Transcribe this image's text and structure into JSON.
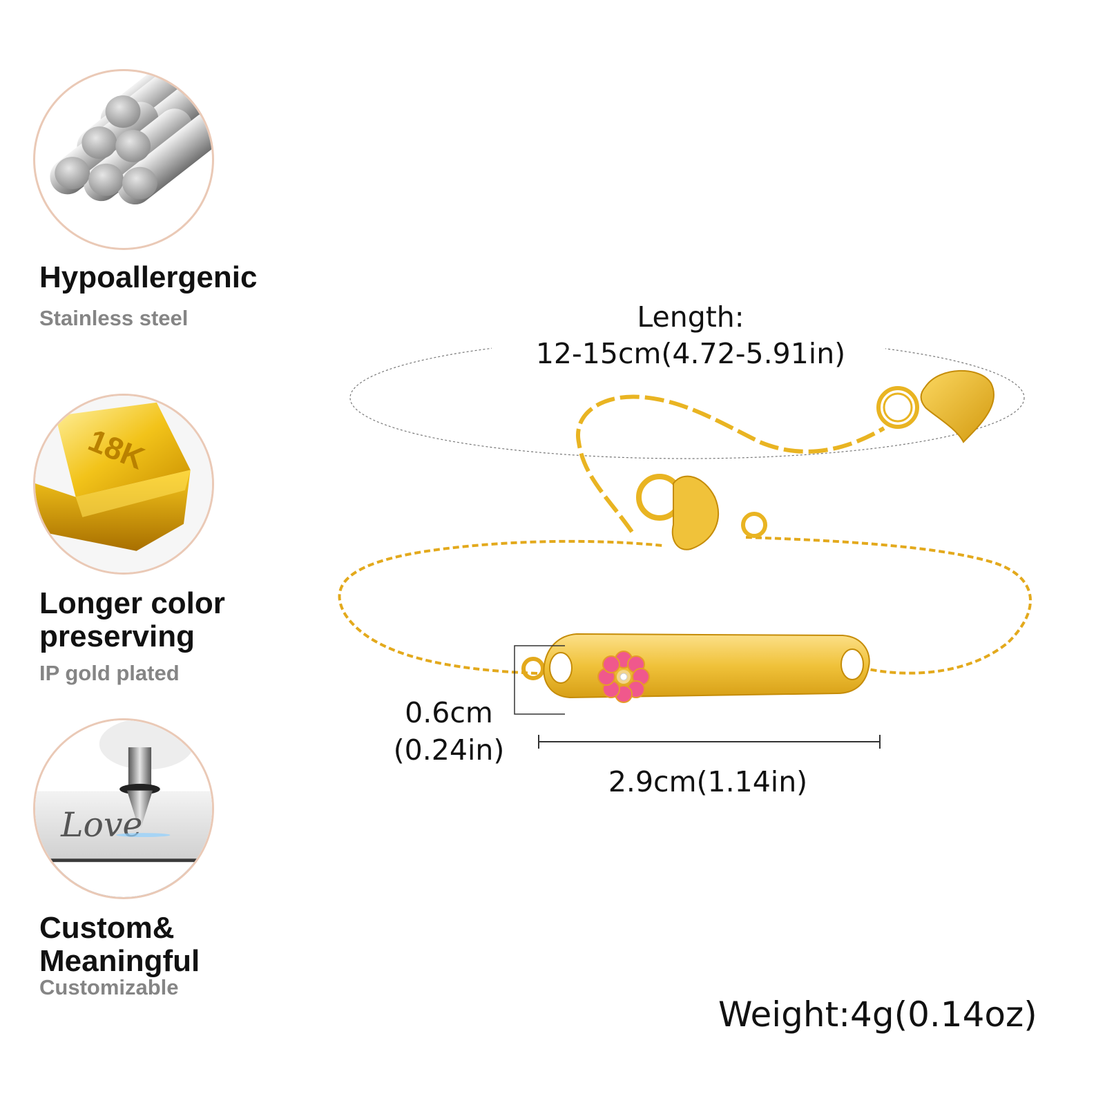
{
  "features": [
    {
      "icon": "steel-rods-icon",
      "title": "Hypoallergenic",
      "subtitle": "Stainless steel"
    },
    {
      "icon": "gold-bar-icon",
      "title_lines": [
        "Longer color",
        "preserving"
      ],
      "subtitle": "IP gold plated",
      "bar_marking": "18K"
    },
    {
      "icon": "engraving-pen-icon",
      "title_lines": [
        "Custom&",
        "Meaningful"
      ],
      "subtitle": "Customizable",
      "engraving_text": "Love"
    }
  ],
  "dimensions": {
    "length_label": "Length:",
    "length_value": "12-15cm(4.72-5.91in)",
    "width_value": "0.6cm",
    "width_value_in": "(0.24in)",
    "plate_length": "2.9cm(1.14in)"
  },
  "weight": "Weight:4g(0.14oz)",
  "colors": {
    "gold": "#e9b422",
    "gold_dark": "#c58c08",
    "flower_pink": "#f0588c",
    "circle_border": "#eac9b6",
    "subtitle_gray": "#858585"
  }
}
